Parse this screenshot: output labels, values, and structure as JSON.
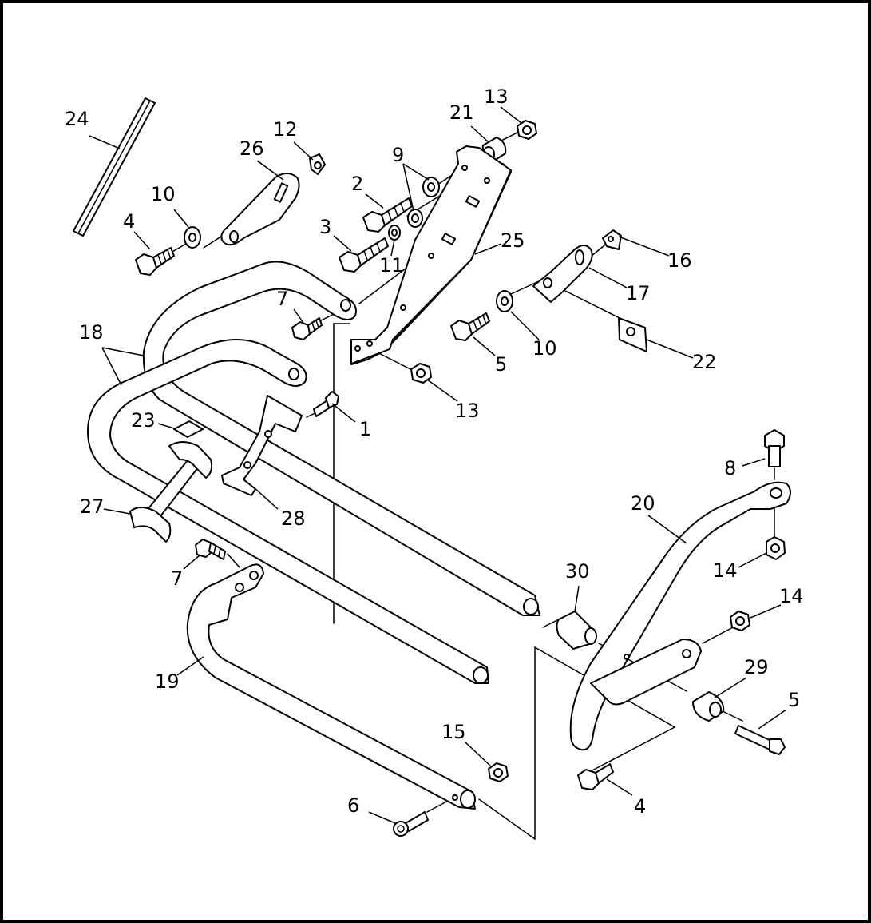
{
  "diagram": {
    "callouts": [
      {
        "id": "c1",
        "text": "1"
      },
      {
        "id": "c2",
        "text": "2"
      },
      {
        "id": "c3",
        "text": "3"
      },
      {
        "id": "c4a",
        "text": "4"
      },
      {
        "id": "c4b",
        "text": "4"
      },
      {
        "id": "c5a",
        "text": "5"
      },
      {
        "id": "c5b",
        "text": "5"
      },
      {
        "id": "c6",
        "text": "6"
      },
      {
        "id": "c7a",
        "text": "7"
      },
      {
        "id": "c7b",
        "text": "7"
      },
      {
        "id": "c8",
        "text": "8"
      },
      {
        "id": "c9",
        "text": "9"
      },
      {
        "id": "c10a",
        "text": "10"
      },
      {
        "id": "c10b",
        "text": "10"
      },
      {
        "id": "c11",
        "text": "11"
      },
      {
        "id": "c12",
        "text": "12"
      },
      {
        "id": "c13a",
        "text": "13"
      },
      {
        "id": "c13b",
        "text": "13"
      },
      {
        "id": "c14a",
        "text": "14"
      },
      {
        "id": "c14b",
        "text": "14"
      },
      {
        "id": "c15",
        "text": "15"
      },
      {
        "id": "c16",
        "text": "16"
      },
      {
        "id": "c17",
        "text": "17"
      },
      {
        "id": "c18",
        "text": "18"
      },
      {
        "id": "c19",
        "text": "19"
      },
      {
        "id": "c20",
        "text": "20"
      },
      {
        "id": "c21",
        "text": "21"
      },
      {
        "id": "c22",
        "text": "22"
      },
      {
        "id": "c23",
        "text": "23"
      },
      {
        "id": "c24",
        "text": "24"
      },
      {
        "id": "c25",
        "text": "25"
      },
      {
        "id": "c26",
        "text": "26"
      },
      {
        "id": "c27",
        "text": "27"
      },
      {
        "id": "c28",
        "text": "28"
      },
      {
        "id": "c29",
        "text": "29"
      },
      {
        "id": "c30",
        "text": "30"
      }
    ]
  }
}
